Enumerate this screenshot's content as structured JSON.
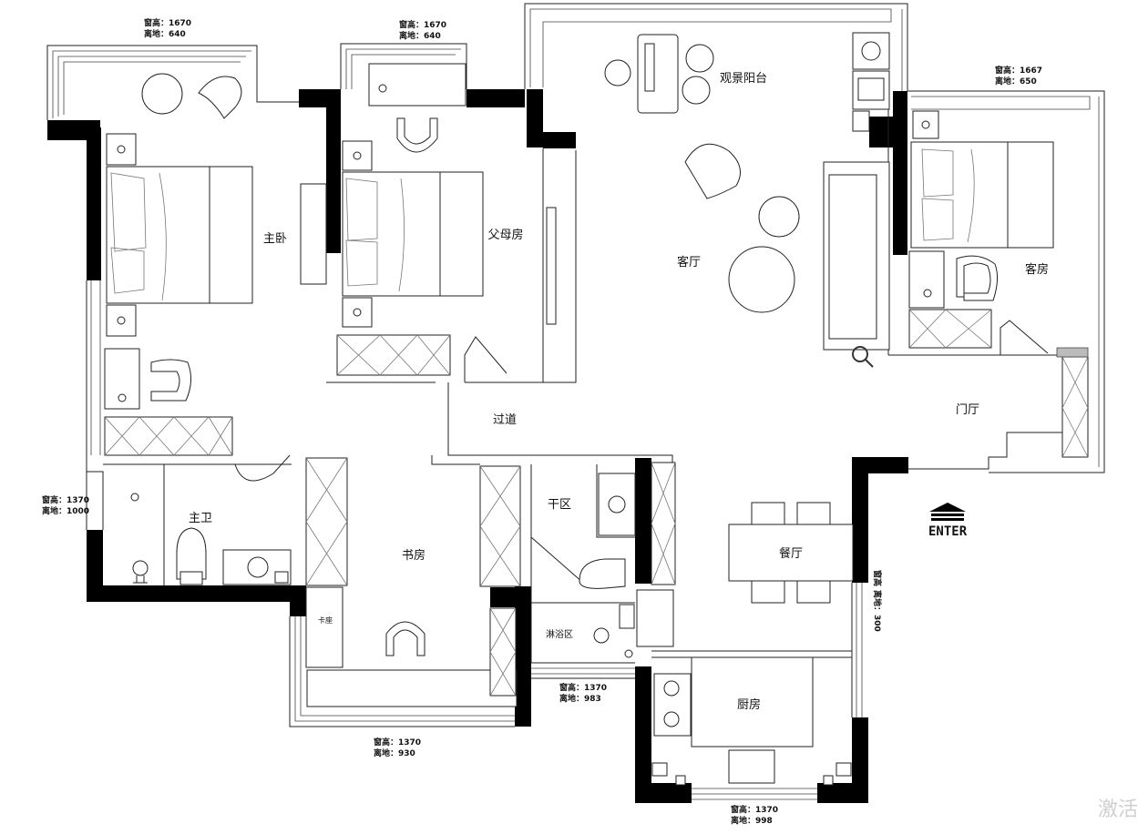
{
  "rooms": {
    "master_bedroom": "主卧",
    "parents_room": "父母房",
    "view_balcony": "观景阳台",
    "living_room": "客厅",
    "guest_room": "客房",
    "corridor": "过道",
    "foyer": "门厅",
    "master_bath": "主卫",
    "study": "书房",
    "dry_area": "干区",
    "shower_area": "淋浴区",
    "dining_room": "餐厅",
    "kitchen": "厨房",
    "kazuo": "卡座"
  },
  "window_notes": {
    "master_top": {
      "h": "窗高：1670",
      "sill": "离地：640"
    },
    "parents_top": {
      "h": "窗高：1670",
      "sill": "离地：640"
    },
    "guest_top": {
      "h": "窗高：1667",
      "sill": "离地：650"
    },
    "master_bath_left": {
      "h": "窗高：1370",
      "sill": "离地：1000"
    },
    "study_bottom": {
      "h": "窗高：1370",
      "sill": "离地：930"
    },
    "shower_bottom": {
      "h": "窗高：1370",
      "sill": "离地：983"
    },
    "kitchen_bottom": {
      "h": "窗高：1370",
      "sill": "离地：998"
    },
    "dining_right": {
      "h": "窗高",
      "sill": "离地：300"
    }
  },
  "entrance": {
    "label": "ENTER"
  },
  "watermark": {
    "text": "激活"
  },
  "colors": {
    "wall": "#000000",
    "line": "#222222",
    "background": "#ffffff"
  },
  "icons": [
    "magnifier-icon",
    "enter-arrow-icon"
  ]
}
